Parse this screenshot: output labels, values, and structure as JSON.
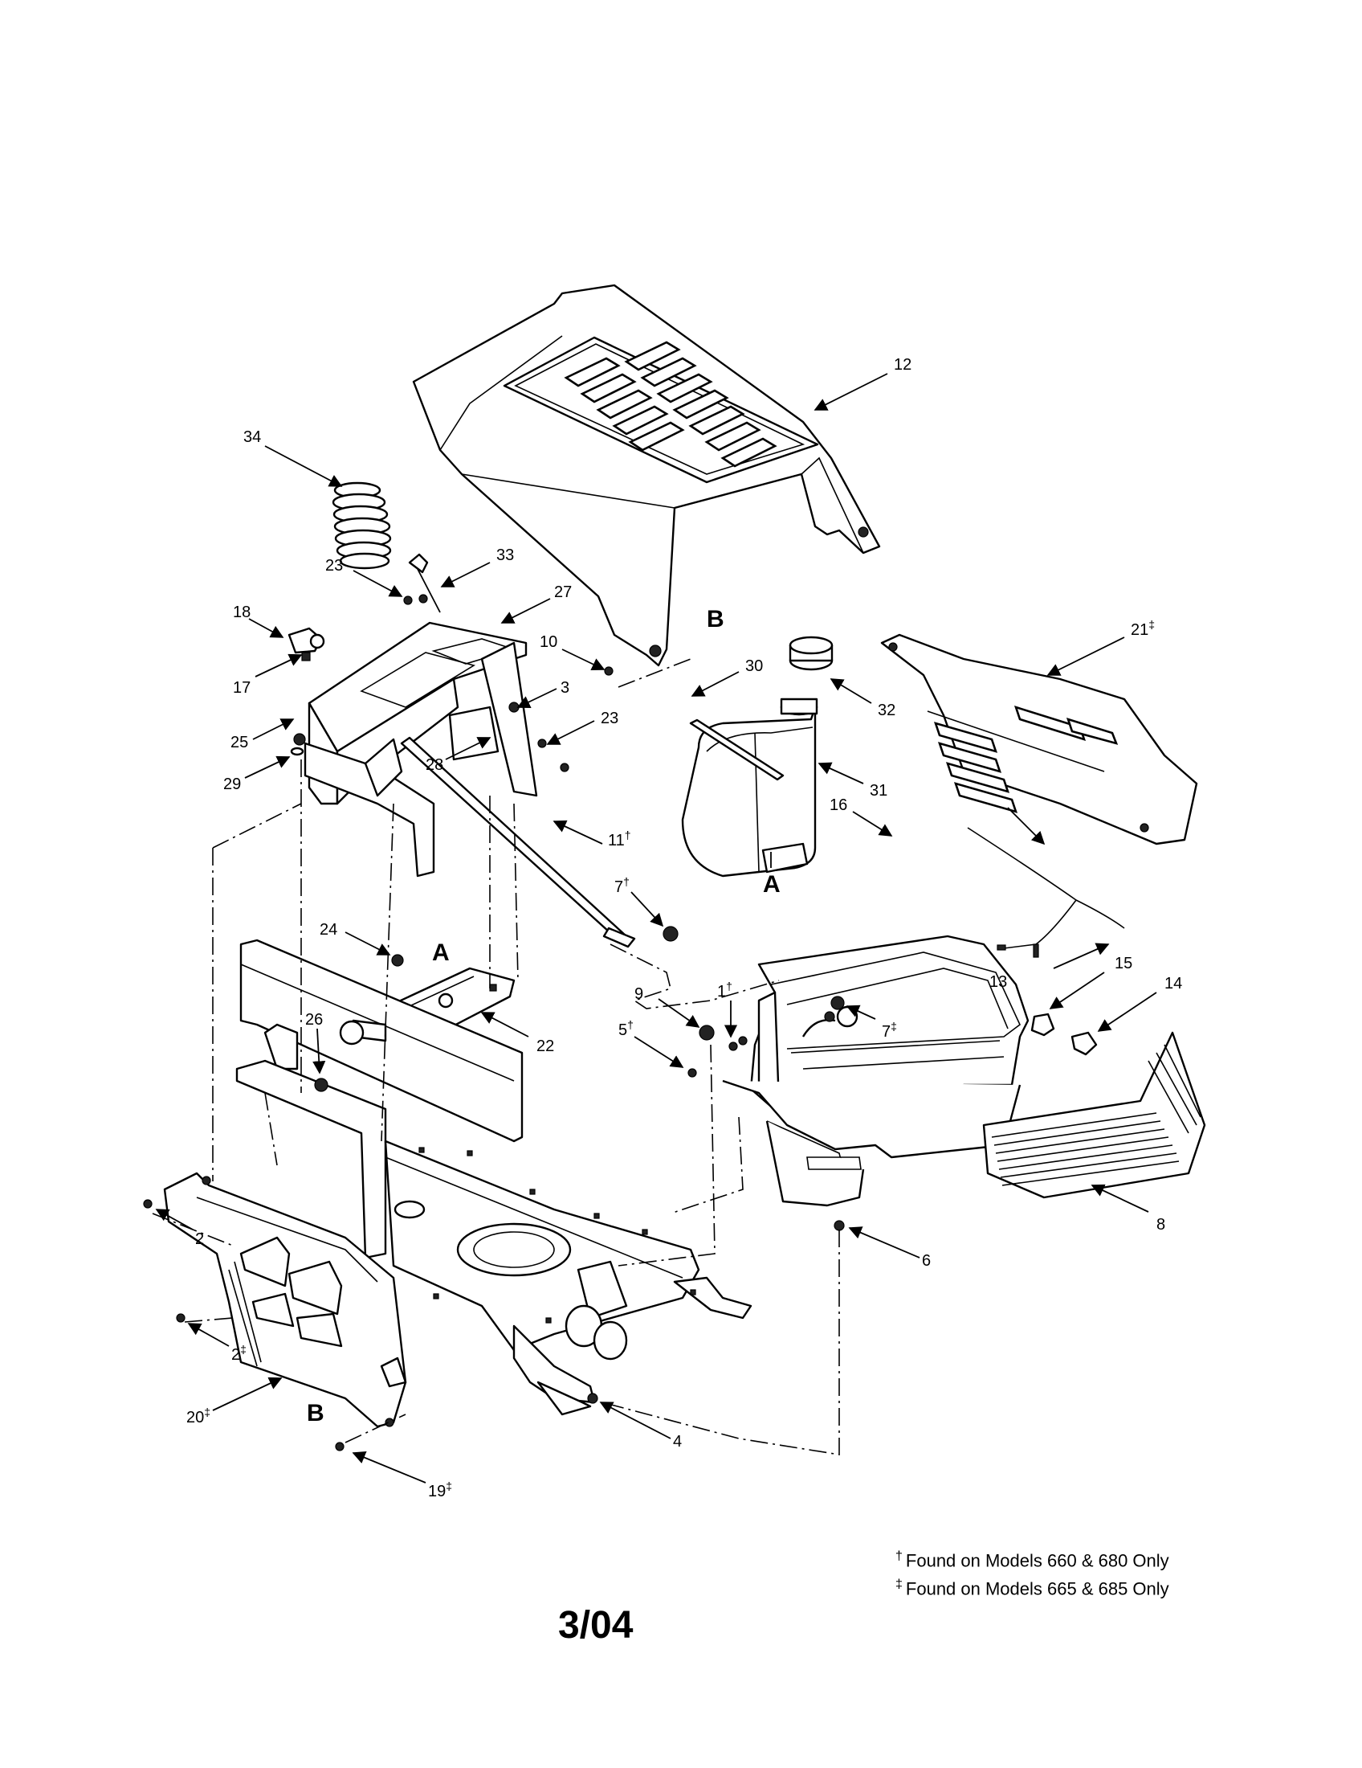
{
  "callouts": [
    {
      "id": "c12",
      "num": "12",
      "sup": ""
    },
    {
      "id": "c34",
      "num": "34",
      "sup": ""
    },
    {
      "id": "c23a",
      "num": "23",
      "sup": ""
    },
    {
      "id": "c33",
      "num": "33",
      "sup": ""
    },
    {
      "id": "c27",
      "num": "27",
      "sup": ""
    },
    {
      "id": "c18",
      "num": "18",
      "sup": ""
    },
    {
      "id": "c17",
      "num": "17",
      "sup": ""
    },
    {
      "id": "c10",
      "num": "10",
      "sup": ""
    },
    {
      "id": "c3",
      "num": "3",
      "sup": ""
    },
    {
      "id": "c30",
      "num": "30",
      "sup": ""
    },
    {
      "id": "c32",
      "num": "32",
      "sup": ""
    },
    {
      "id": "c21",
      "num": "21",
      "sup": "‡"
    },
    {
      "id": "c25",
      "num": "25",
      "sup": ""
    },
    {
      "id": "c23b",
      "num": "23",
      "sup": ""
    },
    {
      "id": "c29",
      "num": "29",
      "sup": ""
    },
    {
      "id": "c28",
      "num": "28",
      "sup": ""
    },
    {
      "id": "c31",
      "num": "31",
      "sup": ""
    },
    {
      "id": "c11",
      "num": "11",
      "sup": "†"
    },
    {
      "id": "c16",
      "num": "16",
      "sup": ""
    },
    {
      "id": "c13",
      "num": "13",
      "sup": ""
    },
    {
      "id": "c7a",
      "num": "7",
      "sup": "†"
    },
    {
      "id": "c24",
      "num": "24",
      "sup": ""
    },
    {
      "id": "c9",
      "num": "9",
      "sup": ""
    },
    {
      "id": "c1",
      "num": "1",
      "sup": "†"
    },
    {
      "id": "c15",
      "num": "15",
      "sup": ""
    },
    {
      "id": "c14",
      "num": "14",
      "sup": ""
    },
    {
      "id": "c5",
      "num": "5",
      "sup": "†"
    },
    {
      "id": "c7b",
      "num": "7",
      "sup": "‡"
    },
    {
      "id": "c26",
      "num": "26",
      "sup": ""
    },
    {
      "id": "c22",
      "num": "22",
      "sup": ""
    },
    {
      "id": "c8",
      "num": "8",
      "sup": ""
    },
    {
      "id": "c2a",
      "num": "2",
      "sup": ""
    },
    {
      "id": "c6",
      "num": "6",
      "sup": ""
    },
    {
      "id": "c2b",
      "num": "2",
      "sup": "‡"
    },
    {
      "id": "c20",
      "num": "20",
      "sup": "‡"
    },
    {
      "id": "c4",
      "num": "4",
      "sup": ""
    },
    {
      "id": "c19",
      "num": "19",
      "sup": "‡"
    }
  ],
  "markers": [
    {
      "id": "mB1",
      "label": "B"
    },
    {
      "id": "mA1",
      "label": "A"
    },
    {
      "id": "mA2",
      "label": "A"
    },
    {
      "id": "mB2",
      "label": "B"
    }
  ],
  "footnotes": [
    {
      "symbol": "†",
      "text": "Found on Models 660 & 680 Only"
    },
    {
      "symbol": "‡",
      "text": "Found on Models 665 & 685 Only"
    }
  ],
  "revision": "3/04"
}
